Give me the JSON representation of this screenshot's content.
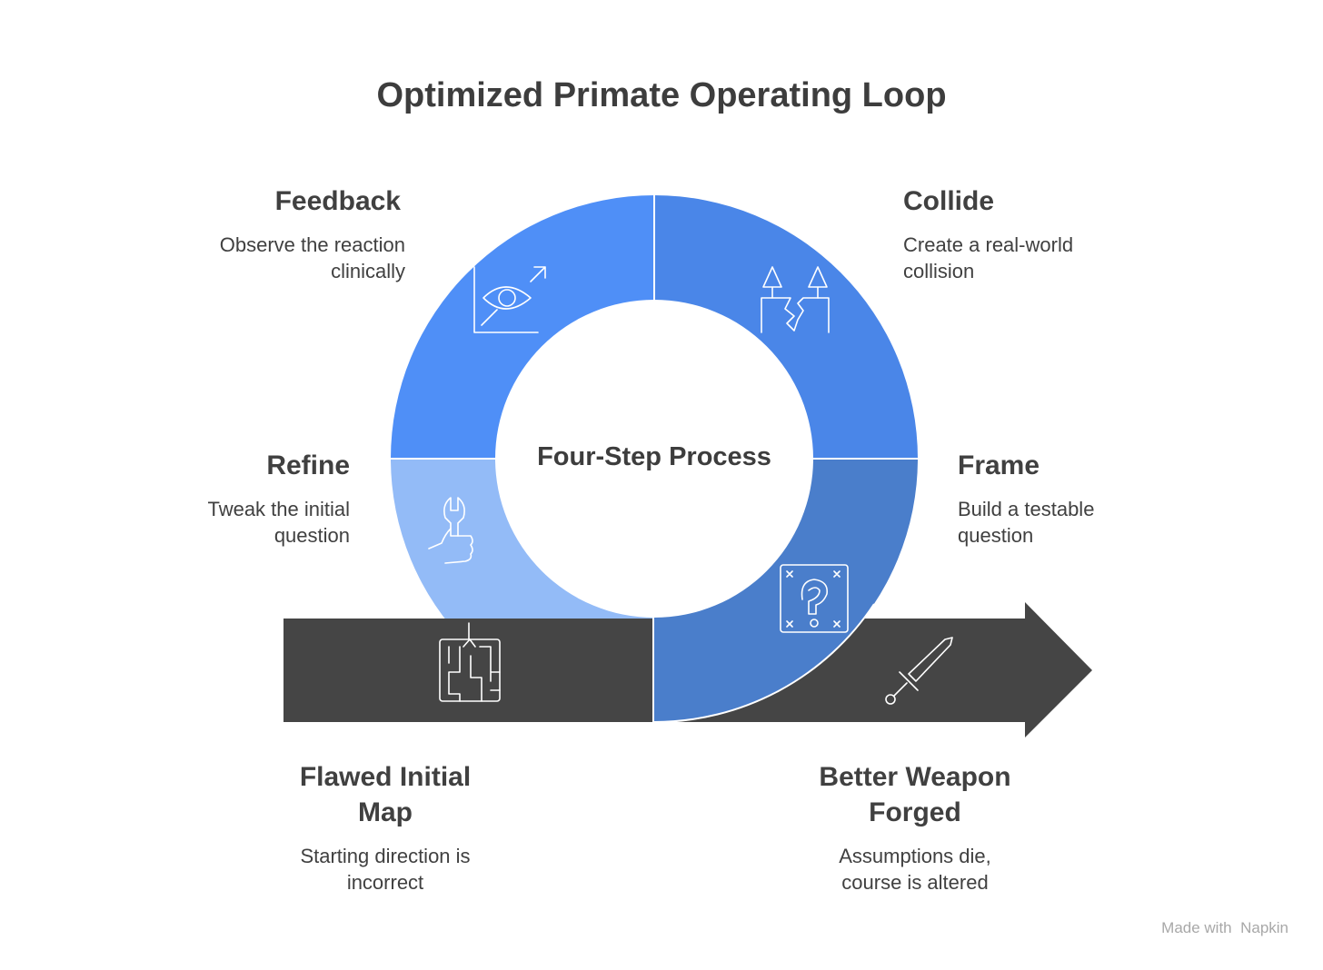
{
  "title": "Optimized Primate Operating Loop",
  "center_label": "Four-Step Process",
  "steps": [
    {
      "title": "Feedback",
      "description_lines": [
        "Observe the reaction",
        "clinically"
      ],
      "icon": "eye-arrow-icon",
      "color": "#4f8ff7"
    },
    {
      "title": "Collide",
      "description_lines": [
        "Create a real-world",
        "collision"
      ],
      "icon": "cracked-collision-icon",
      "color": "#4a86e8"
    },
    {
      "title": "Frame",
      "description_lines": [
        "Build a testable",
        "question"
      ],
      "icon": "question-box-icon",
      "color": "#4a7ecb"
    },
    {
      "title": "Refine",
      "description_lines": [
        "Tweak the initial",
        "question"
      ],
      "icon": "hand-wrench-icon",
      "color": "#93bbf7"
    }
  ],
  "arrow": {
    "color": "#454545",
    "start": {
      "title_lines": [
        "Flawed Initial",
        "Map"
      ],
      "description_lines": [
        "Starting direction is",
        "incorrect"
      ],
      "icon": "maze-icon"
    },
    "end": {
      "title_lines": [
        "Better Weapon",
        "Forged"
      ],
      "description_lines": [
        "Assumptions die,",
        "course is altered"
      ],
      "icon": "sword-icon"
    }
  },
  "watermark": "Made with  Napkin"
}
